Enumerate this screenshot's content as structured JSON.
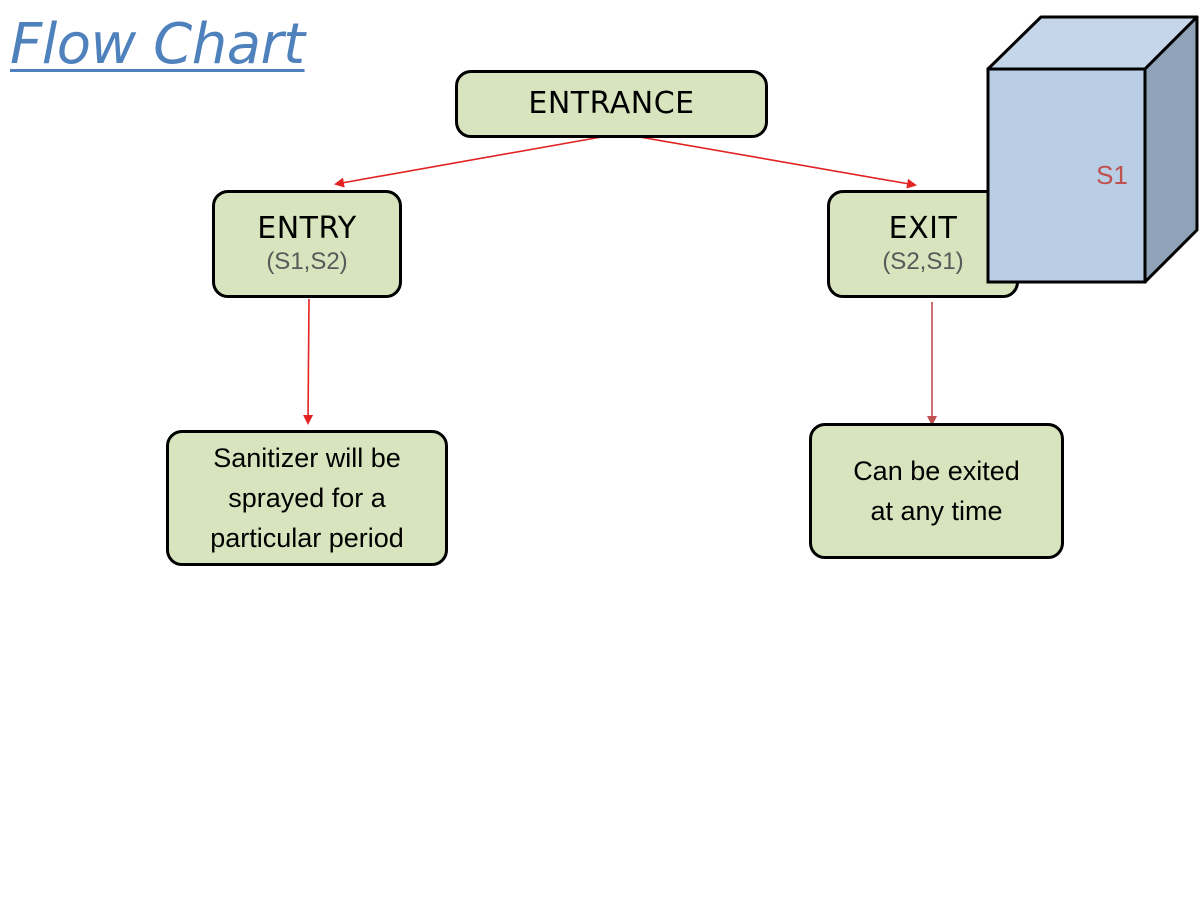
{
  "title": "Flow Chart",
  "nodes": {
    "entrance": {
      "label": "ENTRANCE"
    },
    "entry": {
      "label": "ENTRY",
      "sub": "(S1,S2)"
    },
    "exit": {
      "label": "EXIT",
      "sub": "(S2,S1)"
    },
    "sanitizer": {
      "text": "Sanitizer will be\nsprayed  for a\nparticular period"
    },
    "exited": {
      "text": "Can be exited\nat any time"
    }
  },
  "cube": {
    "label": "S1"
  },
  "colors": {
    "node_fill": "#d7e4bd",
    "title": "#4f81bd",
    "arrow": "#e32222",
    "arrow_alt": "#c0504d",
    "cube_front": "#b9cde5",
    "cube_top": "#c6d6ea",
    "cube_side": "#8fa2b8",
    "cube_label": "#c0504d"
  }
}
